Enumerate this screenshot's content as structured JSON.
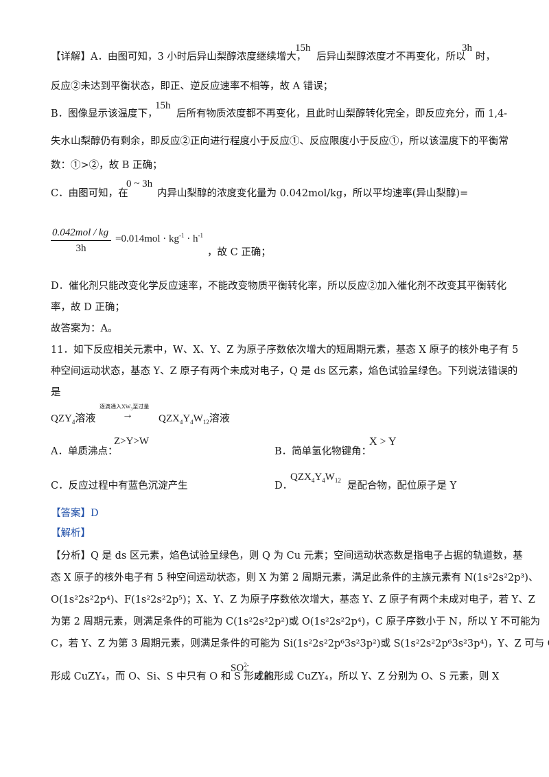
{
  "lines": {
    "l1a": "【详解】A．由图可知，3 小时后异山梨醇浓度继续增大，",
    "l1m1": "15h",
    "l1b": "后异山梨醇浓度才不再变化，所以",
    "l1m2": "3h",
    "l1c": "时，",
    "l2": "反应②未达到平衡状态，即正、逆反应速率不相等，故 A 错误；",
    "l3a": "B．图像显示该温度下，",
    "l3m": "15h",
    "l3b": "后所有物质浓度都不再变化，且此时山梨醇转化完全，即反应充分，而 1,4-",
    "l4": "失水山梨醇仍有剩余，即反应②正向进行程度小于反应①、反应限度小于反应①，所以该温度下的平衡常",
    "l5": "数：①>②，故 B 正确；",
    "l6a": "C．由图可知，在",
    "l6m": "0 ~ 3h",
    "l6b": "内异山梨醇的浓度变化量为 0.042mol/kg，所以平均速率(异山梨醇)=",
    "frac_num": "0.042mol / kg",
    "frac_den": "3h",
    "frac_rest": "=0.014mol · kg",
    "frac_sup1": "-1",
    "frac_mid": " · h",
    "frac_sup2": "-1",
    "frac_tail": "，故 C 正确；",
    "l8": "D．催化剂只能改变化学反应速率，不能改变物质平衡转化率，所以反应②加入催化剂不改变其平衡转化",
    "l9": "率，故 D 正确；",
    "l10": "故答案为：A。",
    "q11_1": "11．如下反应相关元素中，W、X、Y、Z 为原子序数依次增大的短周期元素，基态 X 原子的核外电子有 5",
    "q11_2": "种空间运动状态，基态 Y、Z 原子有两个未成对电子，Q 是 ds 区元素，焰色试验呈绿色。下列说法错误的",
    "q11_3": "是",
    "rx_left": "QZY",
    "rx_left_sub": "4",
    "rx_left_tail": "溶液",
    "rx_above": "逐滴通入XW",
    "rx_above_sub": "3",
    "rx_above_tail": "至过量",
    "rx_arrow": "→",
    "rx_right": "QZX",
    "rx_right_s1": "4",
    "rx_right_y": "Y",
    "rx_right_s2": "4",
    "rx_right_w": "W",
    "rx_right_s3": "12",
    "rx_right_tail": "溶液",
    "optA": "A．单质沸点：",
    "optA_m": "Z>Y>W",
    "optB": "B．简单氢化物键角：",
    "optB_m": "X > Y",
    "optC": "C．反应过程中有蓝色沉淀产生",
    "optD": "D．",
    "optD_m": "QZX",
    "optD_s1": "4",
    "optD_y": "Y",
    "optD_s2": "4",
    "optD_w": "W",
    "optD_s3": "12",
    "optD_tail": "是配合物，配位原子是 Y",
    "answer": "【答案】D",
    "analysis": "【解析】",
    "a1": "【分析】Q 是 ds 区元素，焰色试验呈绿色，则 Q 为 Cu 元素；空间运动状态数是指电子占据的轨道数，基",
    "a2": "态 X 原子的核外电子有 5 种空间运动状态，则 X 为第 2 周期元素，满足此条件的主族元素有 N(1s²2s²2p³)、",
    "a3": "O(1s²2s²2p⁴)、F(1s²2s²2p⁵)；X、Y、Z 为原子序数依次增大，基态 Y、Z 原子有两个未成对电子，若 Y、Z",
    "a4": "为第 2 周期元素，则满足条件的可能为 C(1s²2s²2p²)或 O(1s²2s²2p⁴)，C 原子序数小于 N，所以 Y 不可能为",
    "a5": "C，若 Y、Z 为第 3 周期元素，则满足条件的可能为 Si(1s²2s²2p⁶3s²3p²)或 S(1s²2s²2p⁶3s²3p⁴)，Y、Z 可与 Cu",
    "a6a": "形成 CuZY₄，而 O、Si、S 中只有 O 和 S 形成的",
    "a6m": "SO",
    "a6m_sup": "2-",
    "a6m_sub": "4",
    "a6b": "才能形成 CuZY₄，所以 Y、Z 分别为 O、S 元素，则 X"
  }
}
